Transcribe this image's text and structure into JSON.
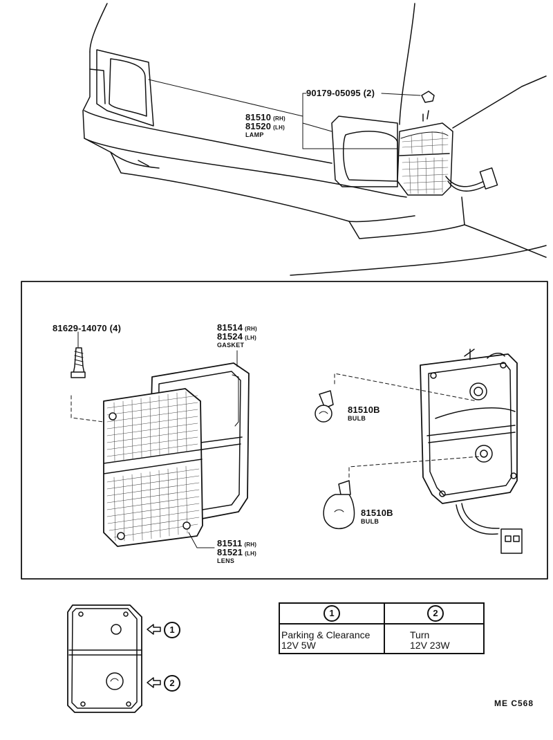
{
  "top": {
    "nut_part": "90179-05095",
    "nut_qty": "(2)",
    "lamp_part_rh": "81510",
    "lamp_part_lh": "81520",
    "rh": "(RH)",
    "lh": "(LH)",
    "lamp_name": "LAMP"
  },
  "exploded": {
    "screw_part": "81629-14070",
    "screw_qty": "(4)",
    "gasket_part_rh": "81514",
    "gasket_part_lh": "81524",
    "gasket_name": "GASKET",
    "lens_part_rh": "81511",
    "lens_part_lh": "81521",
    "lens_name": "LENS",
    "bulb1_part": "81510B",
    "bulb1_name": "BULB",
    "bulb2_part": "81510B",
    "bulb2_name": "BULB",
    "rh": "(RH)",
    "lh": "(LH)"
  },
  "legend": {
    "marker_1": "1",
    "marker_2": "2",
    "col1_header": "1",
    "col2_header": "2",
    "col1_line1": "Parking & Clearance",
    "col1_line2": "12V 5W",
    "col2_line1": "Turn",
    "col2_line2": "12V 23W"
  },
  "diagram_code": "ME  C568"
}
